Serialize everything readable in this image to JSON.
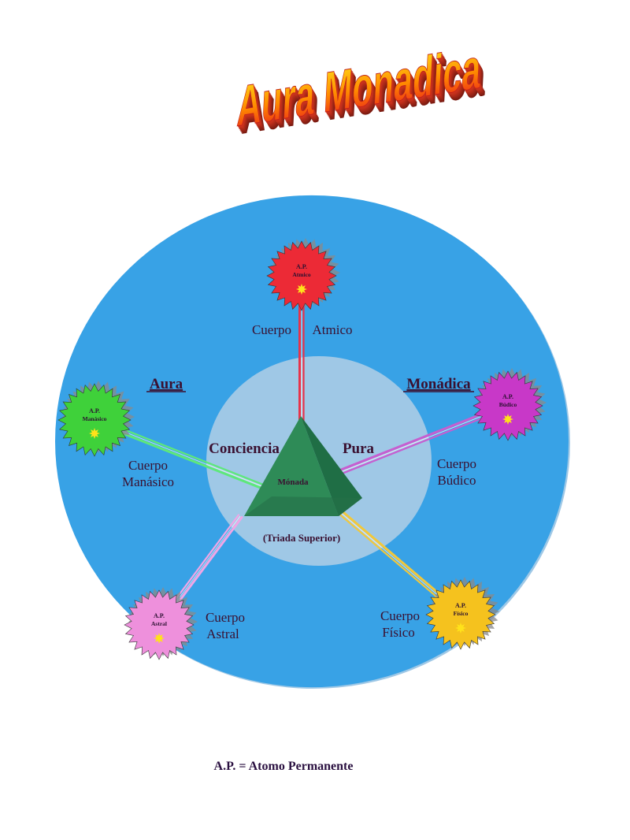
{
  "title": "Aura Monadica",
  "ring_labels": {
    "left": "Aura",
    "right": "Monádica"
  },
  "center": {
    "left_word": "Conciencia",
    "right_word": "Pura",
    "pyramid_label": "Mónada",
    "caption": "(Triada Superior)"
  },
  "atoms": [
    {
      "key": "atmico",
      "ap": "A.P.",
      "name": "Atmico",
      "body_line1": "Cuerpo",
      "body_line2": "Atmico",
      "color": "#ec2a36",
      "beam": "#e8334a"
    },
    {
      "key": "manasico",
      "ap": "A.P.",
      "name": "Manásico",
      "body_line1": "Cuerpo",
      "body_line2": "Manásico",
      "color": "#3fd13a",
      "beam": "#5ee87a"
    },
    {
      "key": "budico",
      "ap": "A.P.",
      "name": "Búdico",
      "body_line1": "Cuerpo",
      "body_line2": "Búdico",
      "color": "#c838c8",
      "beam": "#c65ed0"
    },
    {
      "key": "astral",
      "ap": "A.P.",
      "name": "Astral",
      "body_line1": "Cuerpo",
      "body_line2": "Astral",
      "color": "#ee90dc",
      "beam": "#f0a6e6"
    },
    {
      "key": "fisico",
      "ap": "A.P.",
      "name": "Físico",
      "body_line1": "Cuerpo",
      "body_line2": "Físico",
      "color": "#f5c21e",
      "beam": "#f3c83a"
    }
  ],
  "legend": "A.P. = Atomo Permanente",
  "colors": {
    "ring": "#38a2e6",
    "ring_shadow": "#2a86c8",
    "pyramid": "#2e8b57",
    "text": "#3a1030",
    "star_core": "#ffe21a"
  }
}
